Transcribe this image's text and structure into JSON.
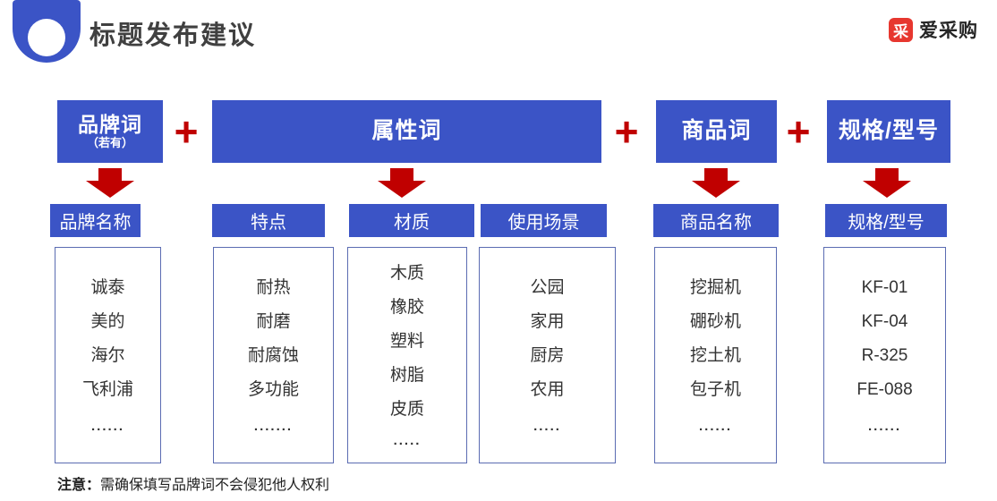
{
  "header": {
    "title": "标题发布建议",
    "logo": {
      "icon_char": "采",
      "text": "爱采购"
    }
  },
  "formula": {
    "plus": "+",
    "terms": [
      {
        "label": "品牌词",
        "sublabel": "（若有）"
      },
      {
        "label": "属性词"
      },
      {
        "label": "商品词"
      },
      {
        "label": "规格/型号"
      }
    ]
  },
  "columns": [
    {
      "header": "品牌名称",
      "items": [
        "诚泰",
        "美的",
        "海尔",
        "飞利浦"
      ],
      "dots": "......"
    },
    {
      "header": "特点",
      "items": [
        "耐热",
        "耐磨",
        "耐腐蚀",
        "多功能"
      ],
      "dots": "......."
    },
    {
      "header": "材质",
      "items": [
        "木质",
        "橡胶",
        "塑料",
        "树脂",
        "皮质"
      ],
      "dots": "....."
    },
    {
      "header": "使用场景",
      "items": [
        "公园",
        "家用",
        "厨房",
        "农用"
      ],
      "dots": "....."
    },
    {
      "header": "商品名称",
      "items": [
        "挖掘机",
        "硼砂机",
        "挖土机",
        "包子机"
      ],
      "dots": "......"
    },
    {
      "header": "规格/型号",
      "items": [
        "KF-01",
        "KF-04",
        "R-325",
        "FE-088"
      ],
      "dots": "......"
    }
  ],
  "note": {
    "prefix": "注意：",
    "text": "需确保填写品牌词不会侵犯他人权利"
  },
  "colors": {
    "blue": "#3b54c6",
    "red": "#c00000",
    "logo_red": "#e7372f",
    "box_border": "#5b6cb2",
    "title_text": "#404040",
    "body_text": "#333333",
    "note_text": "#222222",
    "logo_text": "#262626"
  }
}
